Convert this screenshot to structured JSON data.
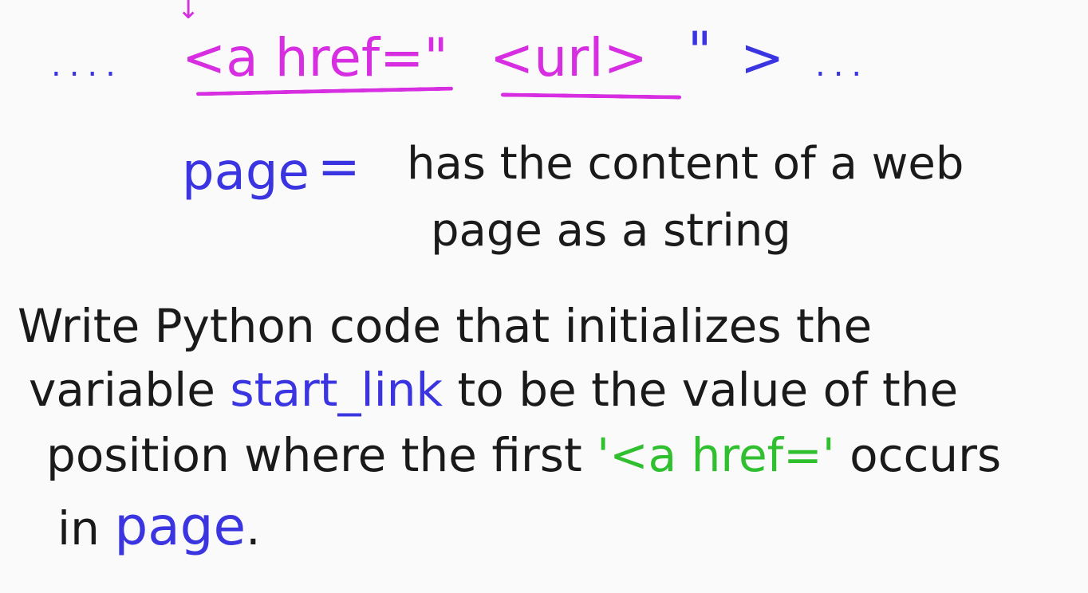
{
  "top_line": {
    "arrow": "↓",
    "dots_left": "....",
    "tag_open": "<a href=\"",
    "url_placeholder": "<url>",
    "tag_close_quote": "\"",
    "tag_close": ">",
    "dots_right": "..."
  },
  "definition": {
    "variable": "page",
    "equals": "=",
    "line1": "has the content of a web",
    "line2": "page as a string"
  },
  "instruction": {
    "line1": "Write Python code that initializes the",
    "line2_prefix": "variable",
    "line2_var": "start_link",
    "line2_suffix": "to be the value of the",
    "line3_prefix": "position where the first",
    "line3_quote": "'<a href='",
    "line3_suffix": "occurs",
    "line4_prefix": "in",
    "line4_var": "page",
    "line4_suffix": "."
  },
  "colors": {
    "magenta": "#d62ee0",
    "blue": "#3a35e0",
    "green": "#2fbf2f",
    "black": "#1a1a1a",
    "background": "#fafafa"
  }
}
